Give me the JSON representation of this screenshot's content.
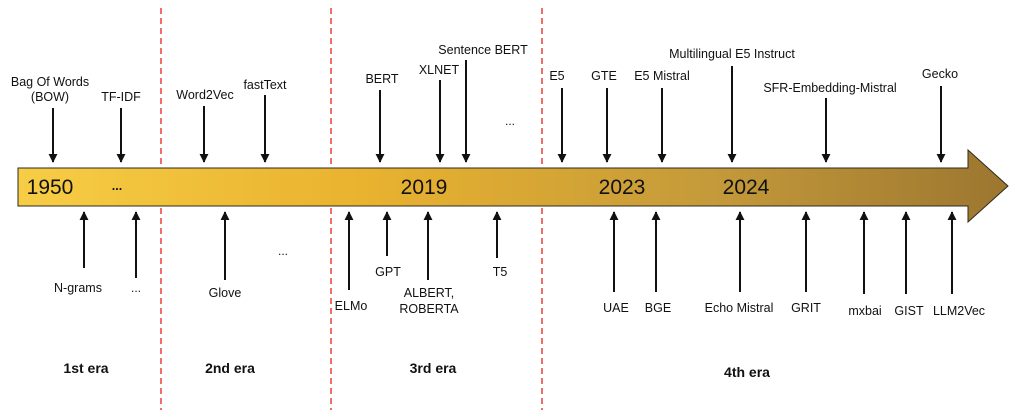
{
  "timeline": {
    "years": [
      "1950",
      "2019",
      "2023",
      "2024"
    ],
    "start_ellipsis": "...",
    "gradient": [
      "#f7cd45",
      "#e9b22f",
      "#c49a3a",
      "#9c7630"
    ]
  },
  "eras": [
    "1st era",
    "2nd era",
    "3rd era",
    "4th era"
  ],
  "top_items": {
    "bow_line1": "Bag Of Words",
    "bow_line2": "(BOW)",
    "tfidf": "TF-IDF",
    "word2vec": "Word2Vec",
    "fasttext": "fastText",
    "bert": "BERT",
    "xlnet": "XLNET",
    "sentence_bert": "Sentence BERT",
    "ellipsis_3rd": "...",
    "e5": "E5",
    "gte": "GTE",
    "e5_mistral": "E5 Mistral",
    "multilingual_e5": "Multilingual E5 Instruct",
    "sfr": "SFR-Embedding-Mistral",
    "gecko": "Gecko"
  },
  "bottom_items": {
    "ngrams": "N-grams",
    "ellipsis_1st": "...",
    "glove": "Glove",
    "ellipsis_2nd": "...",
    "elmo": "ELMo",
    "gpt": "GPT",
    "albert_line1": "ALBERT,",
    "albert_line2": "ROBERTA",
    "t5": "T5",
    "uae": "UAE",
    "bge": "BGE",
    "echo_mistral": "Echo Mistral",
    "grit": "GRIT",
    "mxbai": "mxbai",
    "gist": "GIST",
    "llm2vec": "LLM2Vec"
  }
}
